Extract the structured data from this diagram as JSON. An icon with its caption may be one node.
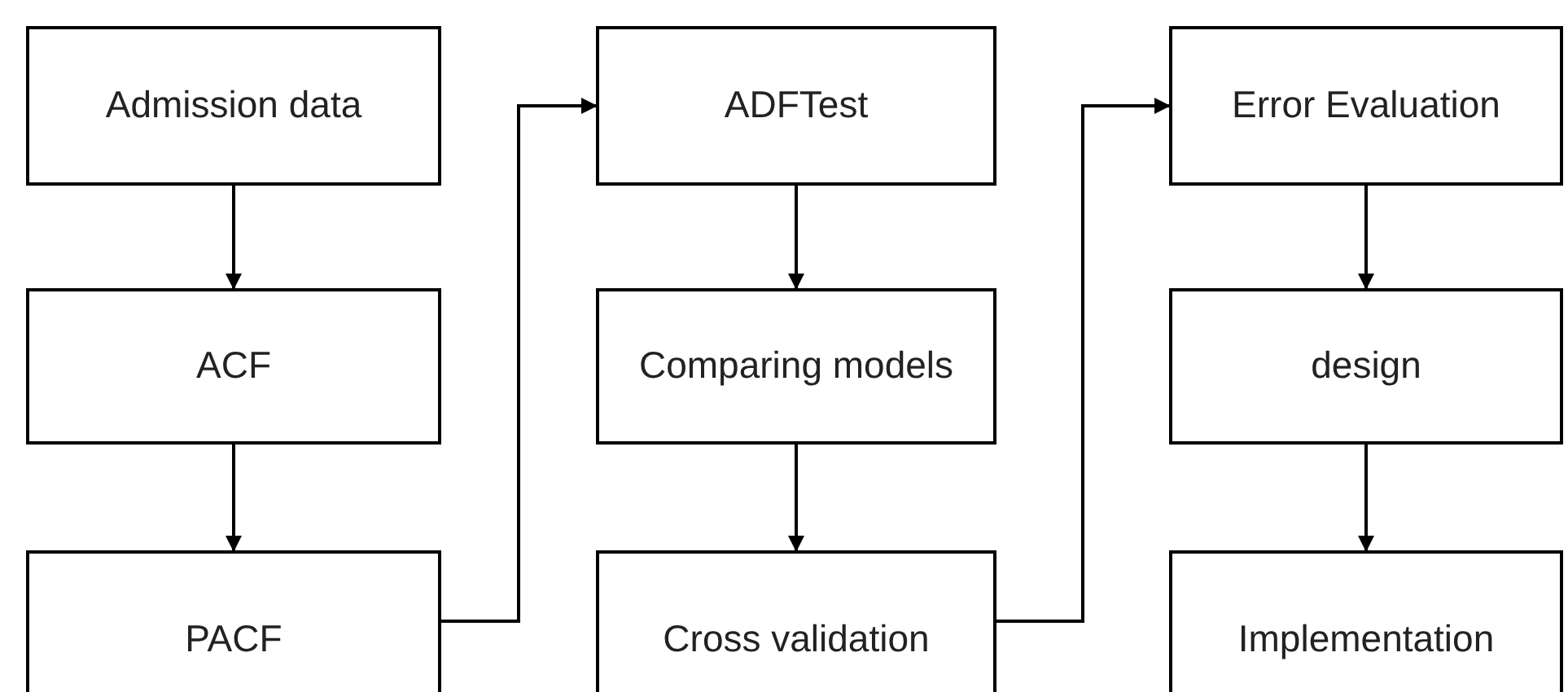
{
  "diagram": {
    "nodes": [
      {
        "text": [
          "Admission data"
        ]
      },
      {
        "text": [
          "ACF"
        ]
      },
      {
        "text": [
          "PACF"
        ]
      },
      {
        "text": [
          "ADFTest"
        ]
      },
      {
        "text": [
          "Comparing models"
        ]
      },
      {
        "text": [
          "Cross validation"
        ]
      },
      {
        "text": [
          "Error Evaluation"
        ]
      },
      {
        "text": [
          "design"
        ]
      },
      {
        "text": [
          "Implementation"
        ]
      }
    ],
    "edges": [
      {
        "from": 0,
        "to": 1,
        "arrow": "to"
      },
      {
        "from": 1,
        "to": 2,
        "arrow": "to"
      },
      {
        "from": 2,
        "to": 3,
        "arrow": "to"
      },
      {
        "from": 3,
        "to": 4,
        "arrow": "to"
      },
      {
        "from": 4,
        "to": 5,
        "arrow": "to"
      },
      {
        "from": 5,
        "to": 6,
        "arrow": "to"
      },
      {
        "from": 6,
        "to": 7,
        "arrow": "to"
      },
      {
        "from": 7,
        "to": 8,
        "arrow": "to"
      }
    ]
  }
}
